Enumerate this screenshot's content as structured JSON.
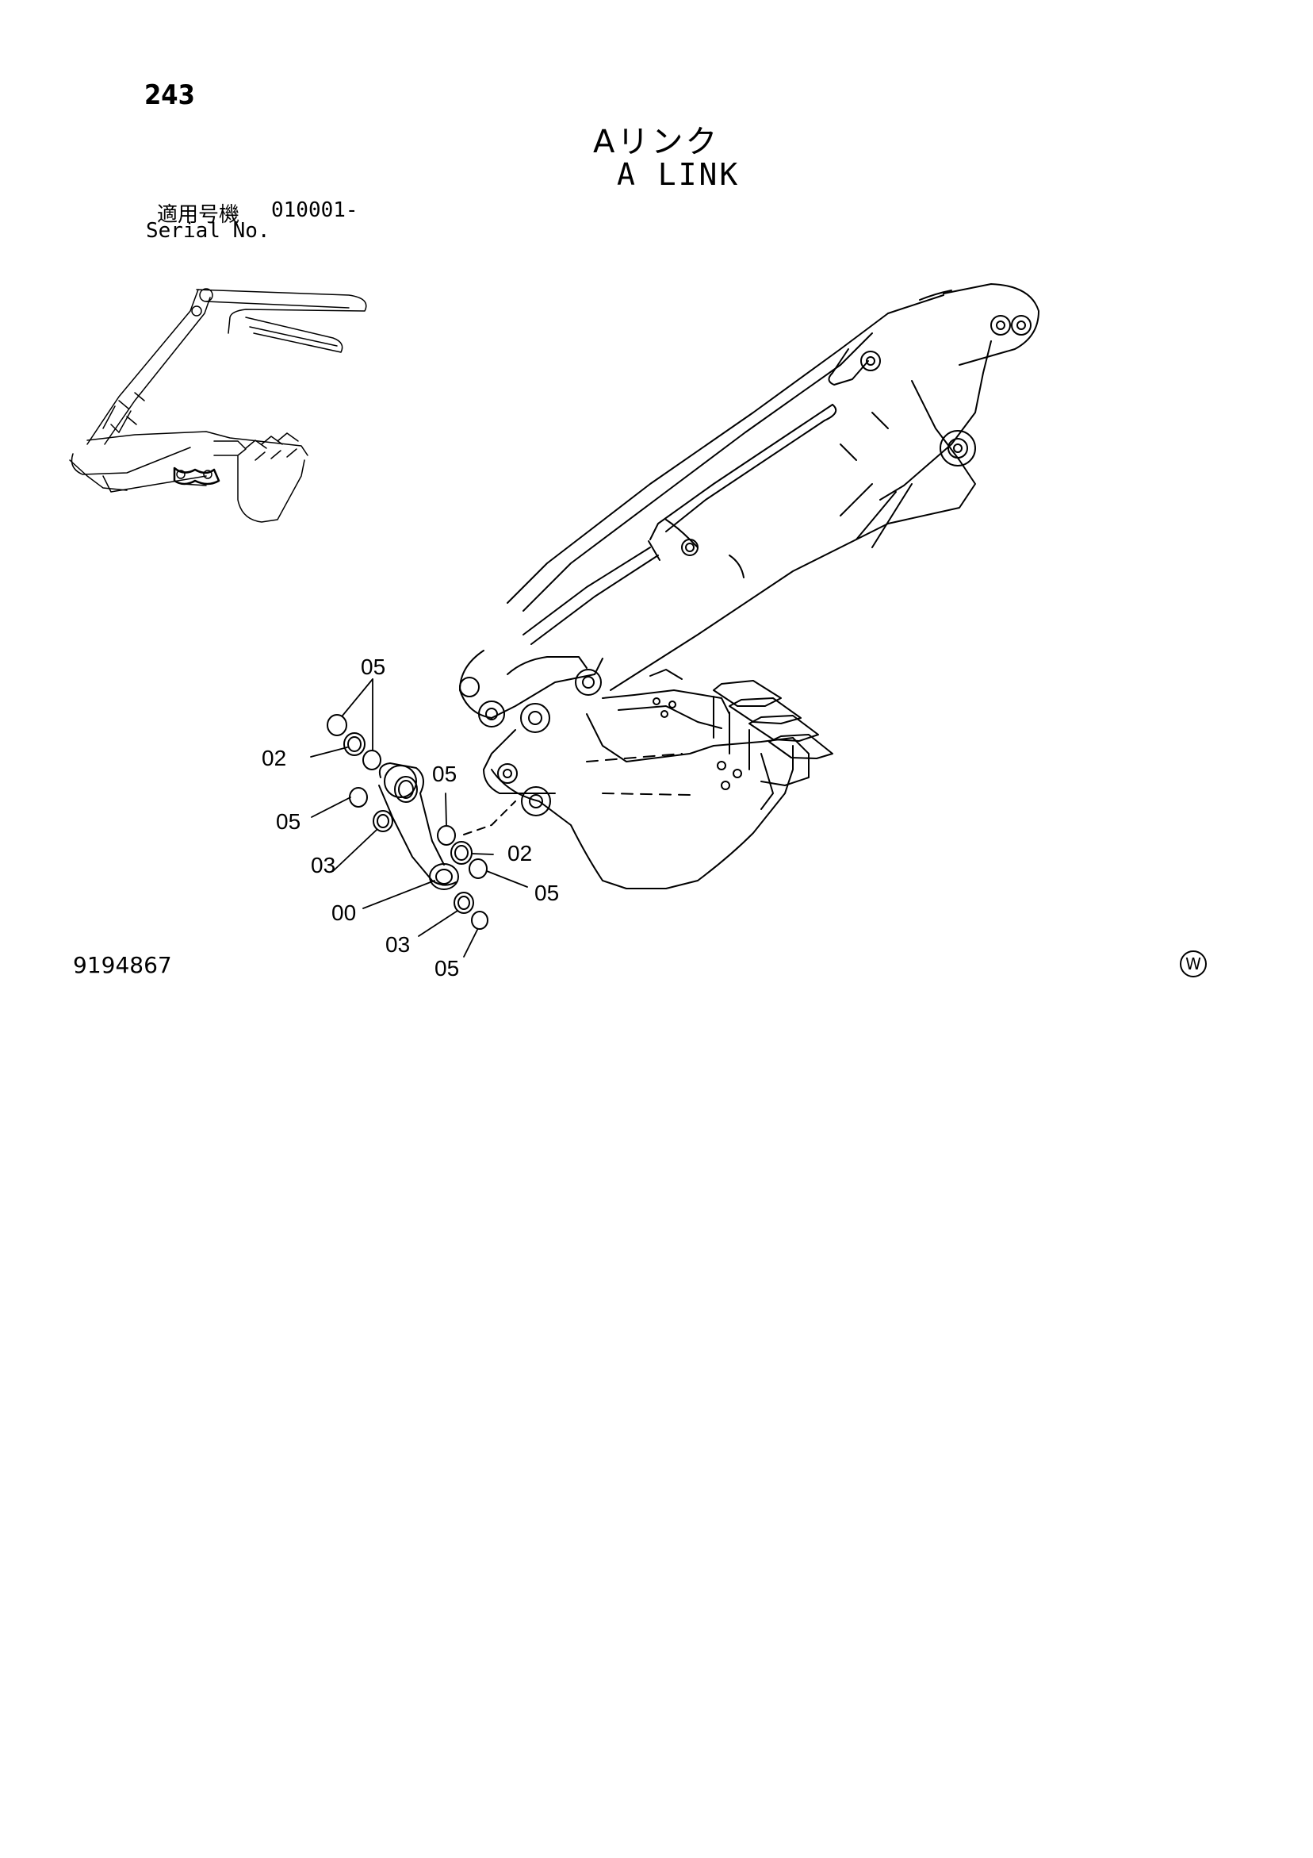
{
  "page": {
    "number": "243",
    "title_jp": "Aリンク",
    "title_en": "A LINK",
    "serial_label_jp": "適用号機",
    "serial_value": "010001-",
    "serial_label_en": "Serial No.",
    "drawing_number": "9194867",
    "w_mark": "W"
  },
  "callouts": {
    "c1": "05",
    "c2": "02",
    "c3": "05",
    "c4": "05",
    "c5": "03",
    "c6": "02",
    "c7": "05",
    "c8": "00",
    "c9": "03",
    "c10": "05"
  }
}
